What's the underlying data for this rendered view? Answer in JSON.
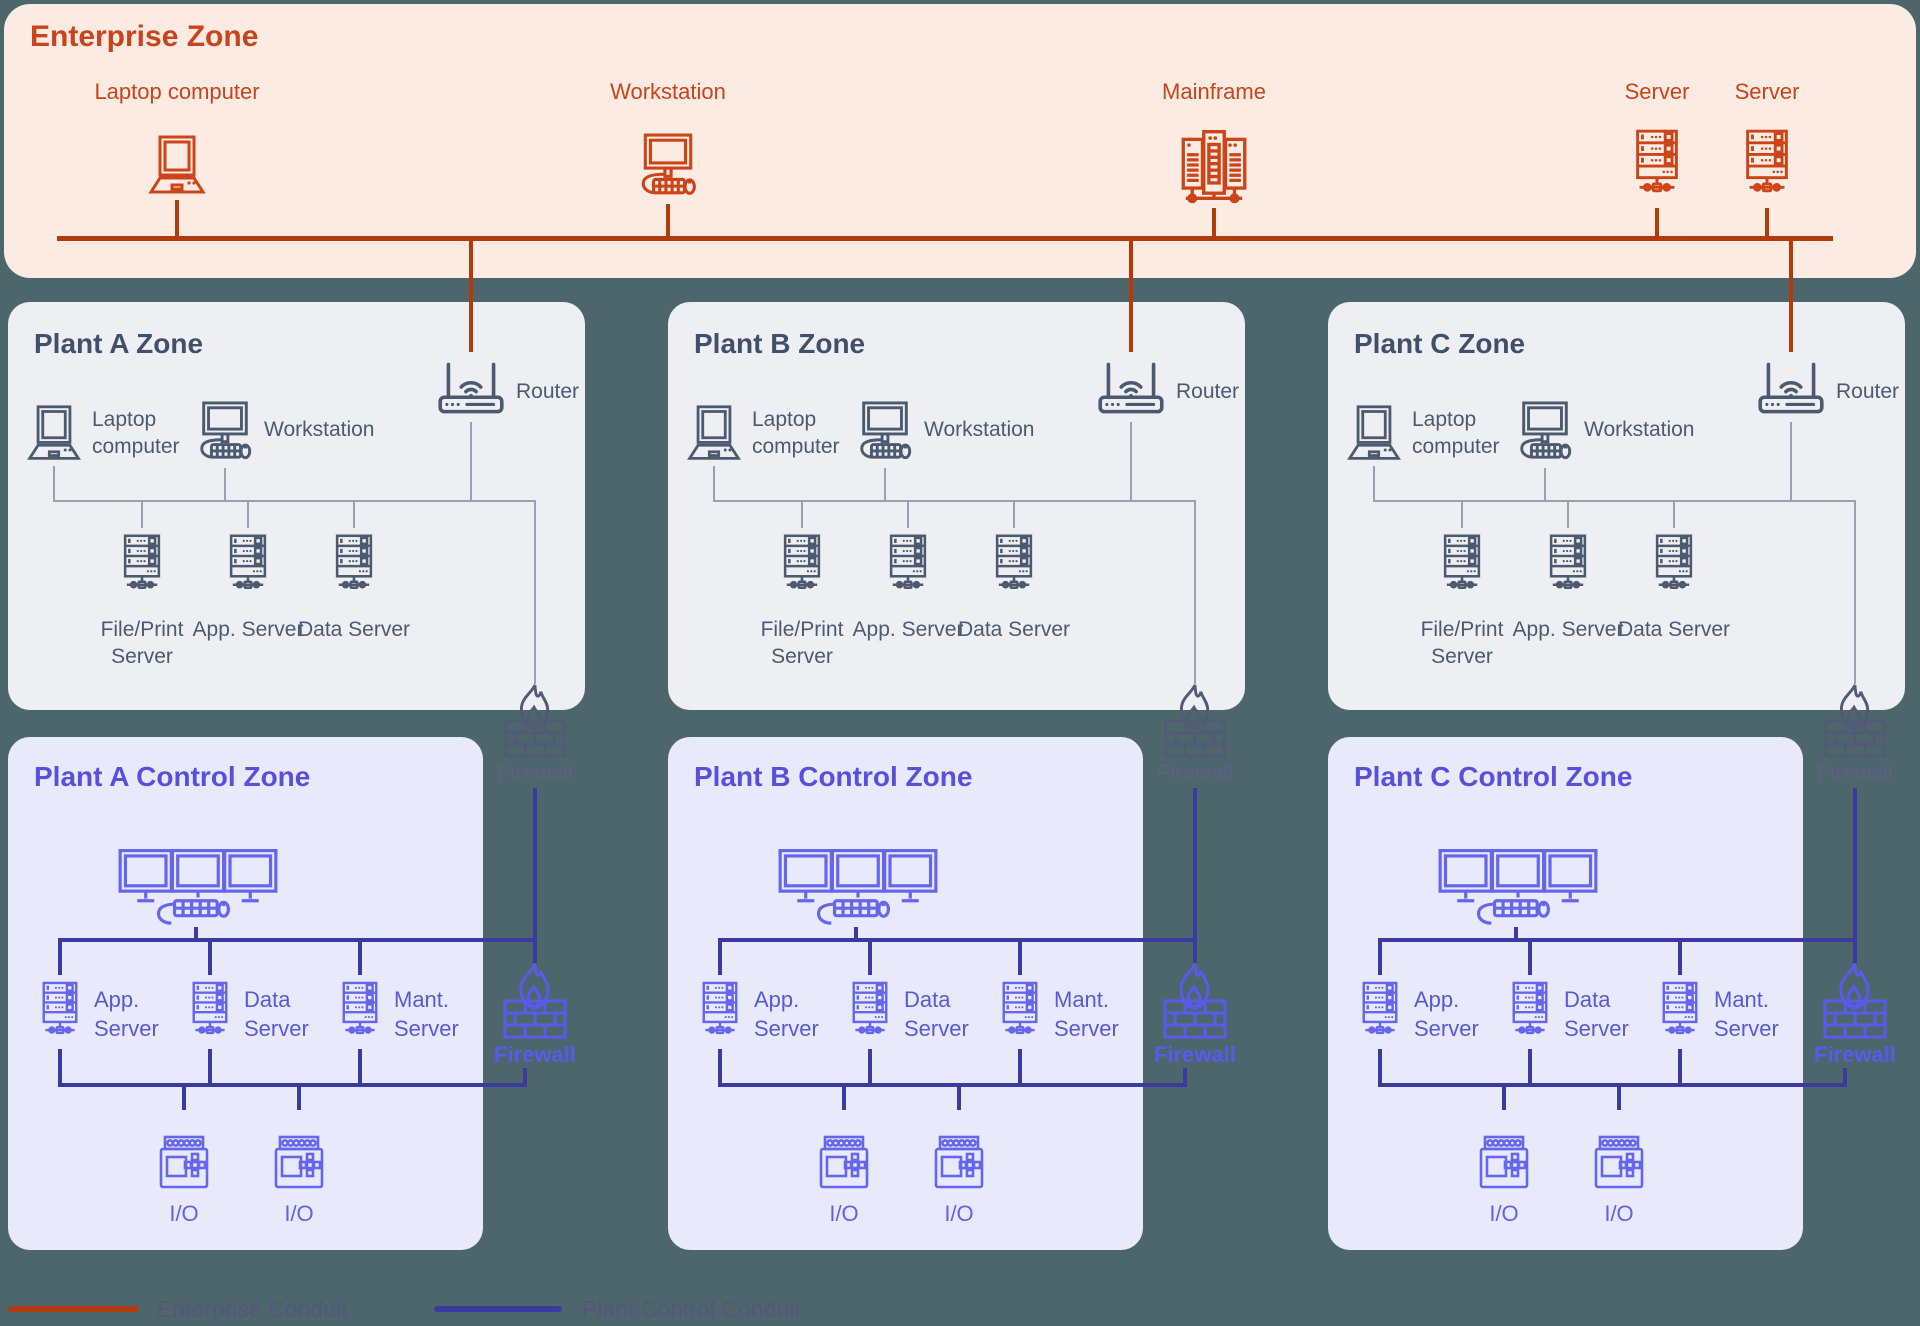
{
  "colors": {
    "background": "#4c666c",
    "enterprise_bg": "#fcebe3",
    "enterprise_accent": "#c8441b",
    "enterprise_conduit": "#b23b0e",
    "plant_zone_bg": "#edeff3",
    "plant_zone_accent": "#40506a",
    "control_zone_bg": "#e8eafb",
    "control_zone_accent": "#5a4fdd",
    "control_conduit": "#3a3aa0",
    "firewall_gray": "#525b76",
    "firewall_purple": "#5a5aea"
  },
  "enterprise_zone": {
    "title": "Enterprise Zone",
    "devices": [
      {
        "label": "Laptop computer"
      },
      {
        "label": "Workstation"
      },
      {
        "label": "Mainframe"
      },
      {
        "label": "Server"
      },
      {
        "label": "Server"
      }
    ]
  },
  "plant_zones": [
    {
      "title": "Plant A Zone",
      "router": "Router",
      "laptop": "Laptop computer",
      "workstation": "Workstation",
      "servers": [
        "File/Print Server",
        "App. Server",
        "Data Server"
      ],
      "firewall": "Firewall"
    },
    {
      "title": "Plant B Zone",
      "router": "Router",
      "laptop": "Laptop computer",
      "workstation": "Workstation",
      "servers": [
        "File/Print Server",
        "App. Server",
        "Data Server"
      ],
      "firewall": "Firewall"
    },
    {
      "title": "Plant C Zone",
      "router": "Router",
      "laptop": "Laptop computer",
      "workstation": "Workstation",
      "servers": [
        "File/Print Server",
        "App. Server",
        "Data Server"
      ],
      "firewall": "Firewall"
    }
  ],
  "control_zones": [
    {
      "title": "Plant A Control Zone",
      "servers": [
        "App. Server",
        "Data Server",
        "Mant. Server"
      ],
      "io": [
        "I/O",
        "I/O"
      ],
      "firewall": "Firewall"
    },
    {
      "title": "Plant B Control Zone",
      "servers": [
        "App. Server",
        "Data Server",
        "Mant. Server"
      ],
      "io": [
        "I/O",
        "I/O"
      ],
      "firewall": "Firewall"
    },
    {
      "title": "Plant C Control Zone",
      "servers": [
        "App. Server",
        "Data Server",
        "Mant. Server"
      ],
      "io": [
        "I/O",
        "I/O"
      ],
      "firewall": "Firewall"
    }
  ],
  "legend": [
    {
      "label": "Enterprise Conduit",
      "color": "#b23b0e"
    },
    {
      "label": "Plant Control Conduit",
      "color": "#3a3aa0"
    }
  ]
}
